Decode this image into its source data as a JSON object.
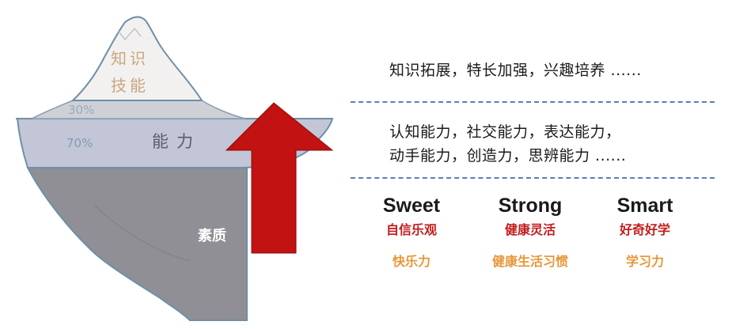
{
  "iceberg": {
    "tip_label_line1": "知识",
    "tip_label_line2": "技能",
    "pct_top": "30%",
    "pct_middle": "70%",
    "middle_label": "能力",
    "bottom_label": "素质",
    "colors": {
      "outline": "#6f8fa7",
      "tip_fill": "#f3f1f0",
      "band_fill": "#cfd0d6",
      "water_fill": "#c2c6d6",
      "deep_fill": "#8f8f95",
      "arrow": "#c21212"
    }
  },
  "right": {
    "line1": "知识拓展，特长加强，兴趣培养 ......",
    "line2": "认知能力，社交能力，表达能力，",
    "line3": "动手能力，创造力，思辨能力 ......"
  },
  "columns": [
    {
      "title": "Sweet",
      "red": "自信乐观",
      "orange": "快乐力"
    },
    {
      "title": "Strong",
      "red": "健康灵活",
      "orange": "健康生活习惯"
    },
    {
      "title": "Smart",
      "red": "好奇好学",
      "orange": "学习力"
    }
  ]
}
